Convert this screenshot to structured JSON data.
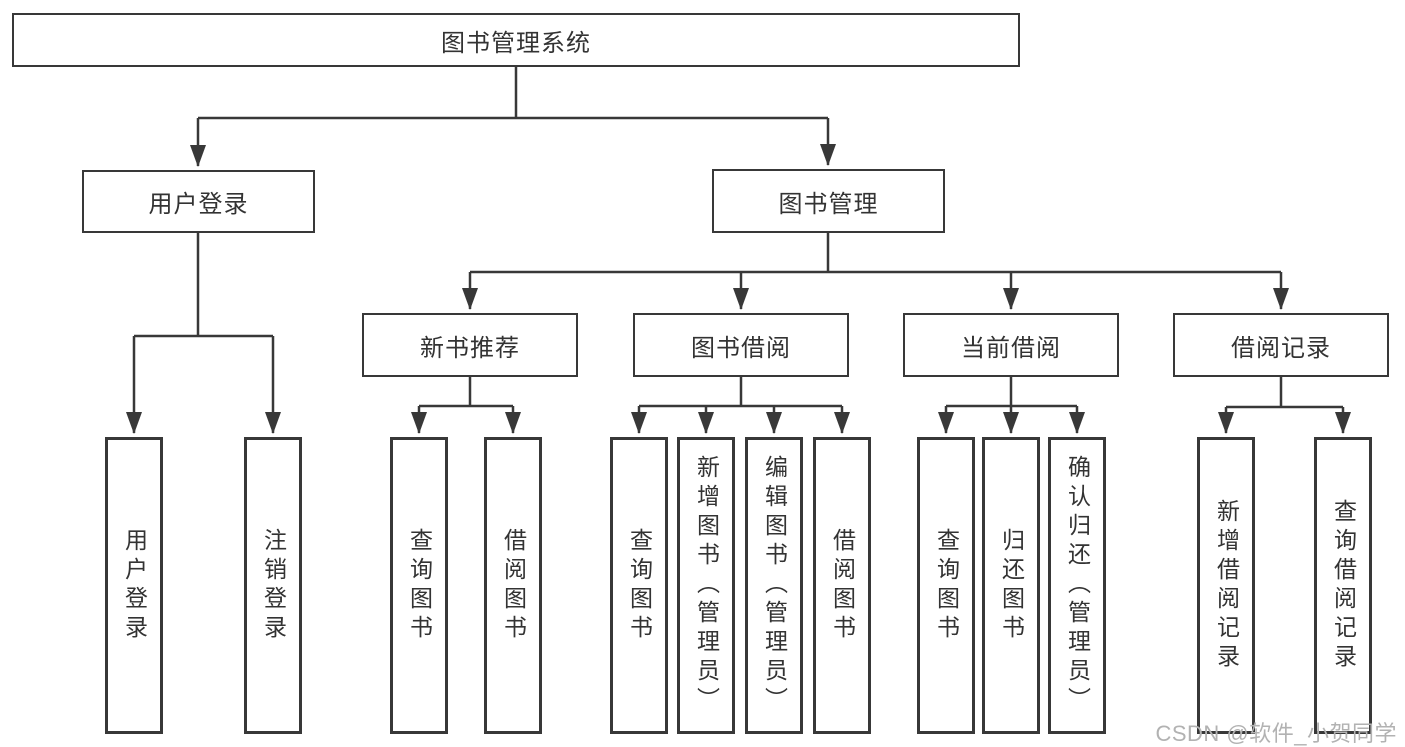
{
  "diagram": {
    "title": "图书管理系统",
    "root": {
      "label": "图书管理系统"
    },
    "level2": [
      {
        "label": "用户登录"
      },
      {
        "label": "图书管理"
      }
    ],
    "level3": [
      {
        "label": "新书推荐"
      },
      {
        "label": "图书借阅"
      },
      {
        "label": "当前借阅"
      },
      {
        "label": "借阅记录"
      }
    ],
    "leaves": {
      "login": [
        "用户登录",
        "注销登录"
      ],
      "newbook": [
        "查询图书",
        "借阅图书"
      ],
      "borrow": [
        "查询图书",
        "新增图书（管理员）",
        "编辑图书（管理员）",
        "借阅图书"
      ],
      "current": [
        "查询图书",
        "归还图书",
        "确认归还（管理员）"
      ],
      "records": [
        "新增借阅记录",
        "查询借阅记录"
      ]
    }
  },
  "watermark": {
    "text": "CSDN @软件_小贺同学"
  },
  "colors": {
    "line": "#383838",
    "text": "#333333",
    "watermark": "#b2b2b2",
    "background": "#ffffff"
  }
}
